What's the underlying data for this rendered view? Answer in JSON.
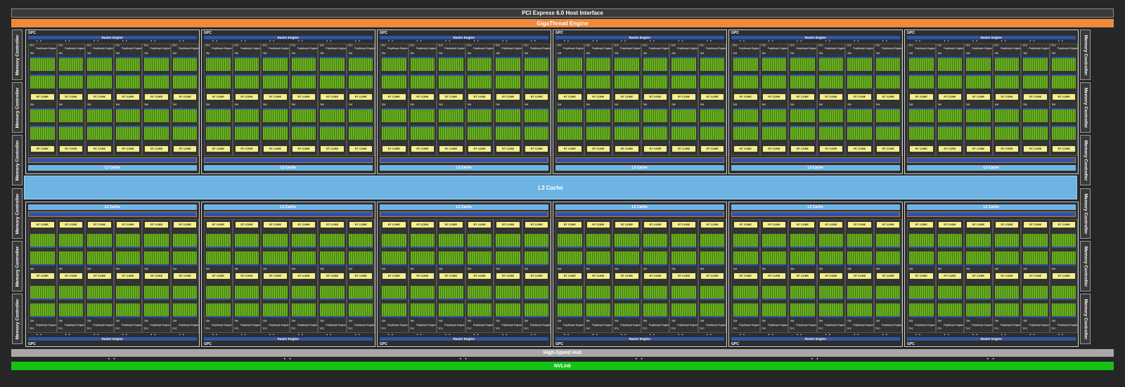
{
  "chip": {
    "pcie_label": "PCI Express 6.0 Host Interface",
    "gigathread_label": "GigaThread Engine",
    "l3_label": "L3 Cache",
    "hub_label": "High-Speed Hub",
    "nvlink_label": "NVLink"
  },
  "memory_controller_label": "Memory Controller",
  "gpc": {
    "label": "GPC",
    "raster_label": "Raster Engine",
    "l2_label": "L2 Cache",
    "tpc_title": "TPC",
    "polymorph_label": "PolyMorph Engine",
    "sm_label": "SM",
    "rt_core_label": "RT CORE"
  },
  "layout": {
    "gpc_columns": 6,
    "gpc_rows": 2,
    "tpcs_per_gpc": 6,
    "sms_per_tpc": 2,
    "memory_controllers_per_side": 6
  },
  "colors": {
    "background": "#262626",
    "gigathread": "#ee8a3c",
    "cache": "#6db3e4",
    "raster": "#2e55a8",
    "rt_core": "#f3ef8a",
    "cuda_cores": "#6cb020",
    "nvlink": "#16c116",
    "hub": "#a8a8a8"
  }
}
